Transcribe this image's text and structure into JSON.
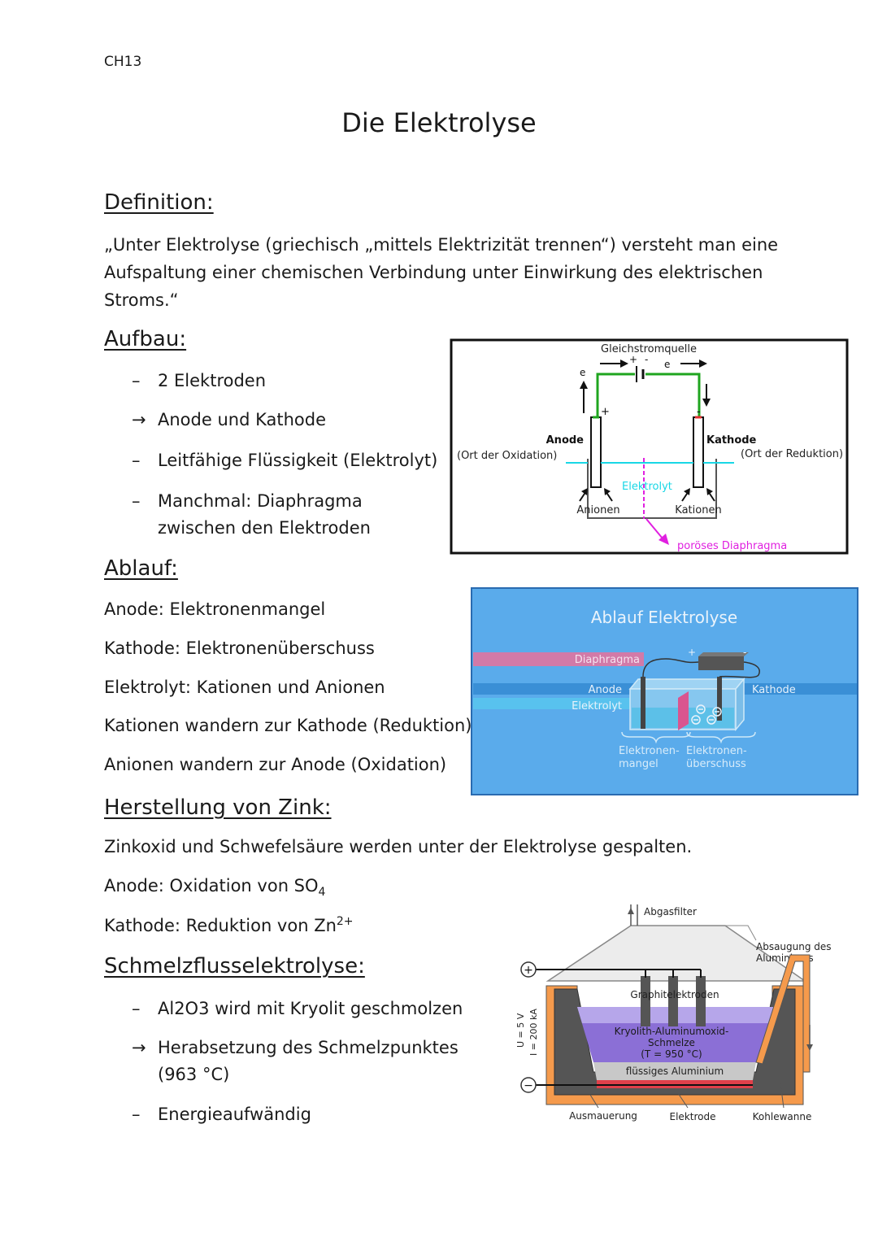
{
  "header": {
    "code": "CH13",
    "title": "Die Elektrolyse"
  },
  "definition": {
    "heading": "Definition:",
    "lines": [
      "„Unter Elektrolyse (griechisch „mittels Elektrizität trennen“) versteht man eine",
      "Aufspaltung einer chemischen Verbindung unter Einwirkung des elektrischen",
      "Stroms.“"
    ]
  },
  "aufbau": {
    "heading": "Aufbau:",
    "items": [
      {
        "marker": "–",
        "text": "2 Elektroden"
      },
      {
        "marker": "→",
        "text": "Anode und Kathode"
      },
      {
        "marker": "–",
        "text": "Leitfähige Flüssigkeit (Elektrolyt)"
      },
      {
        "marker": "–",
        "text": "Manchmal: Diaphragma"
      }
    ],
    "item4_line2": "zwischen den Elektroden"
  },
  "ablauf": {
    "heading": "Ablauf:",
    "lines": [
      "Anode: Elektronenmangel",
      "Kathode: Elektronenüberschuss",
      "Elektrolyt: Kationen und Anionen",
      "Kationen wandern zur Kathode (Reduktion)",
      "Anionen wandern zur Anode (Oxidation)"
    ]
  },
  "zink": {
    "heading": "Herstellung von Zink:",
    "line1": "Zinkoxid und Schwefelsäure werden unter der Elektrolyse gespalten.",
    "line2": "Anode: Oxidation von SO",
    "line2_sub": "4",
    "line3": "Kathode: Reduktion von Zn",
    "line3_sup": "2+"
  },
  "schmelz": {
    "heading": "Schmelzflusselektrolyse:",
    "items": [
      {
        "marker": "–",
        "text": "Al2O3 wird mit Kryolit geschmolzen"
      },
      {
        "marker": "→",
        "text": "Herabsetzung des Schmelzpunktes"
      },
      {
        "marker": "–",
        "text": "Energieaufwändig"
      }
    ],
    "item2_line2": "(963 °C)"
  },
  "fig1": {
    "source": "Gleichstromquelle",
    "anode": "Anode",
    "anode_sub": "(Ort der Oxidation)",
    "kathode": "Kathode",
    "kathode_sub": "(Ort der Reduktion)",
    "electrolyte": "Elektrolyt",
    "anions": "Anionen",
    "cations": "Kationen",
    "diaphragm": "poröses Diaphragma",
    "electron": "e",
    "plus": "+",
    "minus": "-"
  },
  "fig2": {
    "title": "Ablauf Elektrolyse",
    "diaphragm": "Diaphragma",
    "anode": "Anode",
    "electrolyte": "Elektrolyt",
    "kathode": "Kathode",
    "deficit": "Elektronen-",
    "deficit2": "mangel",
    "surplus": "Elektronen-",
    "surplus2": "überschuss",
    "plus": "+",
    "minus": "-"
  },
  "fig3": {
    "filter": "Abgasfilter",
    "suction": "Absaugung des",
    "suction2": "Aluminiums",
    "electrodes": "Graphitelektroden",
    "melt": "Kryolith-Aluminumoxid-",
    "melt2": "Schmelze",
    "melt3": "(T = 950 °C)",
    "liquid": "flüssiges Aluminium",
    "voltage": "U = 5 V",
    "current": "I = 200 kA",
    "lining": "Ausmauerung",
    "electrode": "Elektrode",
    "tub": "Kohlewanne",
    "plus": "+",
    "minus": "−"
  },
  "colors": {
    "green": "#1fa51f",
    "cyan": "#19d7e6",
    "magenta": "#e020e0",
    "blue_bg": "#5aabeb",
    "orange": "#f59a4c",
    "purple": "#8b6fd6"
  }
}
